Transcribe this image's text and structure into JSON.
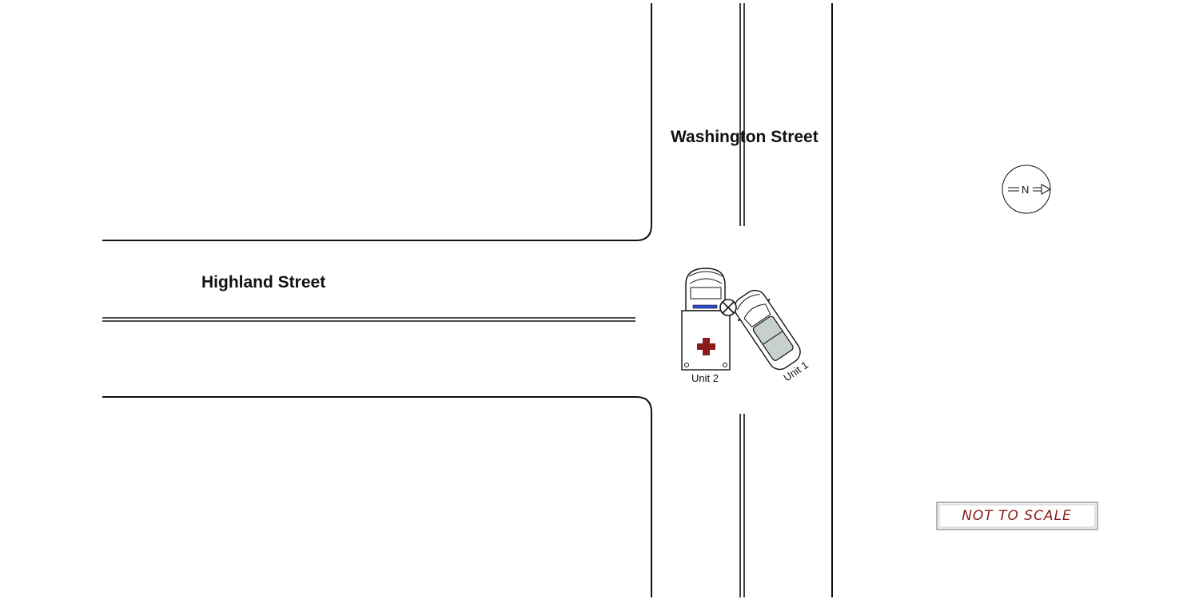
{
  "streets": {
    "north_south": "Washington Street",
    "east_west": "Highland Street"
  },
  "vehicles": [
    {
      "id": "unit-2",
      "label": "Unit 2",
      "type": "ambulance"
    },
    {
      "id": "unit-1",
      "label": "Unit 1",
      "type": "passenger car"
    }
  ],
  "north_arrow": {
    "letter": "N"
  },
  "scale_note": "NOT TO SCALE",
  "colors": {
    "line": "#111111",
    "cross": "#8b1a1a",
    "car_glass": "#c8d0cc",
    "lightbar": "#2a4bd7",
    "scale_text": "#8b1a1a"
  },
  "icons": [
    "impact-point-icon",
    "north-arrow-icon",
    "red-cross-icon"
  ]
}
